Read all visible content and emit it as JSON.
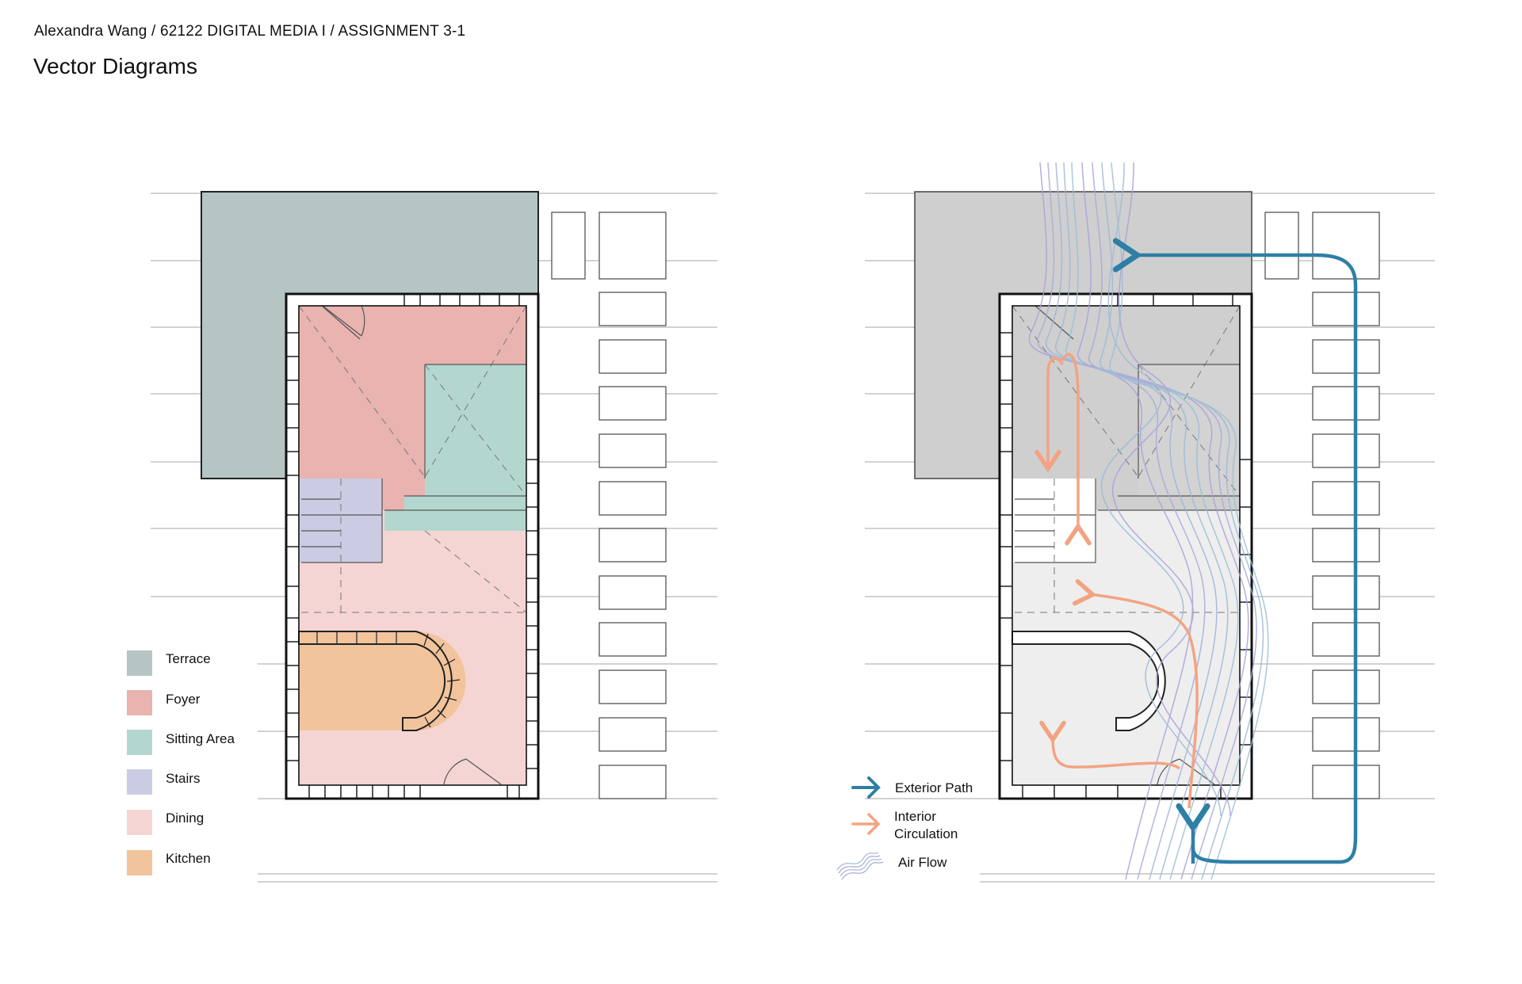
{
  "header": {
    "course_line": "Alexandra Wang / 62122 DIGITAL MEDIA I / ASSIGNMENT 3-1",
    "title": "Vector Diagrams"
  },
  "colors": {
    "terrace": "#b5c5c4",
    "foyer": "#e9b3b0",
    "sitting_area": "#b3d7cf",
    "stairs": "#cbcce4",
    "dining": "#f5d5d4",
    "kitchen": "#f2c49c",
    "exterior_path": "#2e7fa6",
    "interior_circulation": "#f3a382",
    "air_flow_a": "#9db9d8",
    "air_flow_b": "#a9a1d8",
    "grey_terrace": "#cfcfcf",
    "grey_interior": "#eeeeee"
  },
  "left_legend": {
    "items": [
      {
        "label": "Terrace",
        "color_key": "terrace"
      },
      {
        "label": "Foyer",
        "color_key": "foyer"
      },
      {
        "label": "Sitting Area",
        "color_key": "sitting_area"
      },
      {
        "label": "Stairs",
        "color_key": "stairs"
      },
      {
        "label": "Dining",
        "color_key": "dining"
      },
      {
        "label": "Kitchen",
        "color_key": "kitchen"
      }
    ]
  },
  "right_legend": {
    "exterior_path": "Exterior Path",
    "interior_circulation_1": "Interior",
    "interior_circulation_2": "Circulation",
    "air_flow": "Air Flow"
  }
}
